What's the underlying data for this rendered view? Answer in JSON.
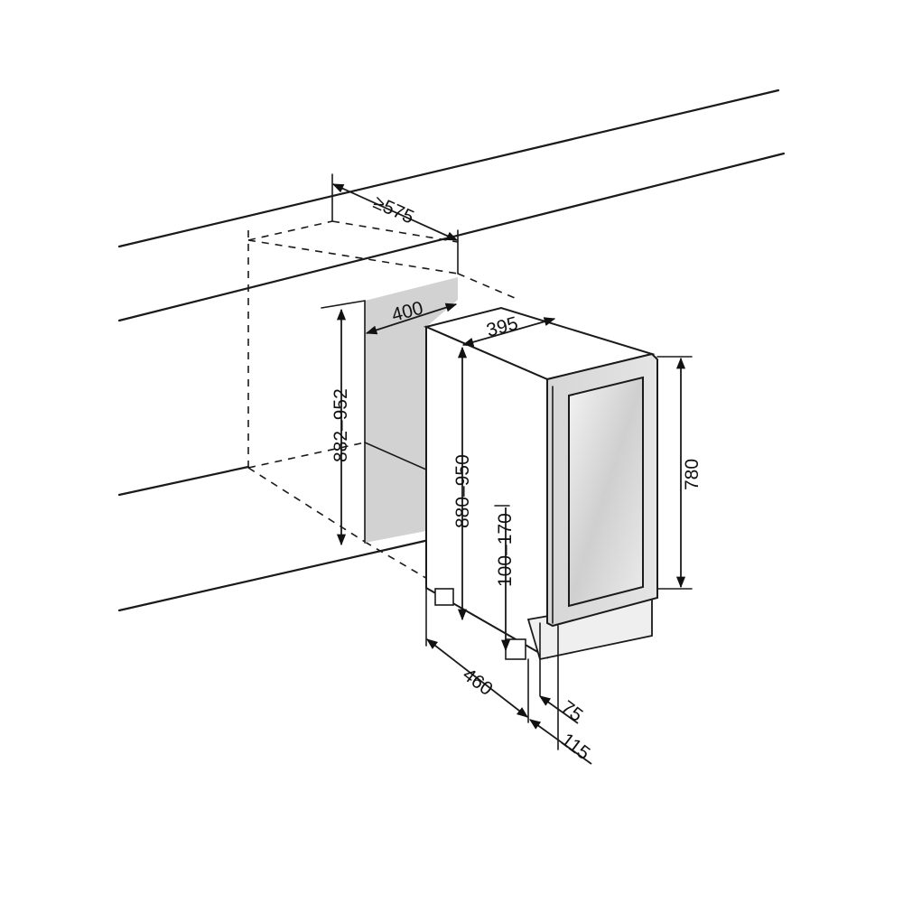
{
  "dimensions": {
    "depth_min": "≥575",
    "niche_width": "400",
    "unit_width": "395",
    "niche_height": "882–952",
    "unit_height": "880–950",
    "plinth_height": "100–170",
    "door_height": "780",
    "unit_depth": "460",
    "door_offset": "75",
    "total_offset": "115"
  }
}
